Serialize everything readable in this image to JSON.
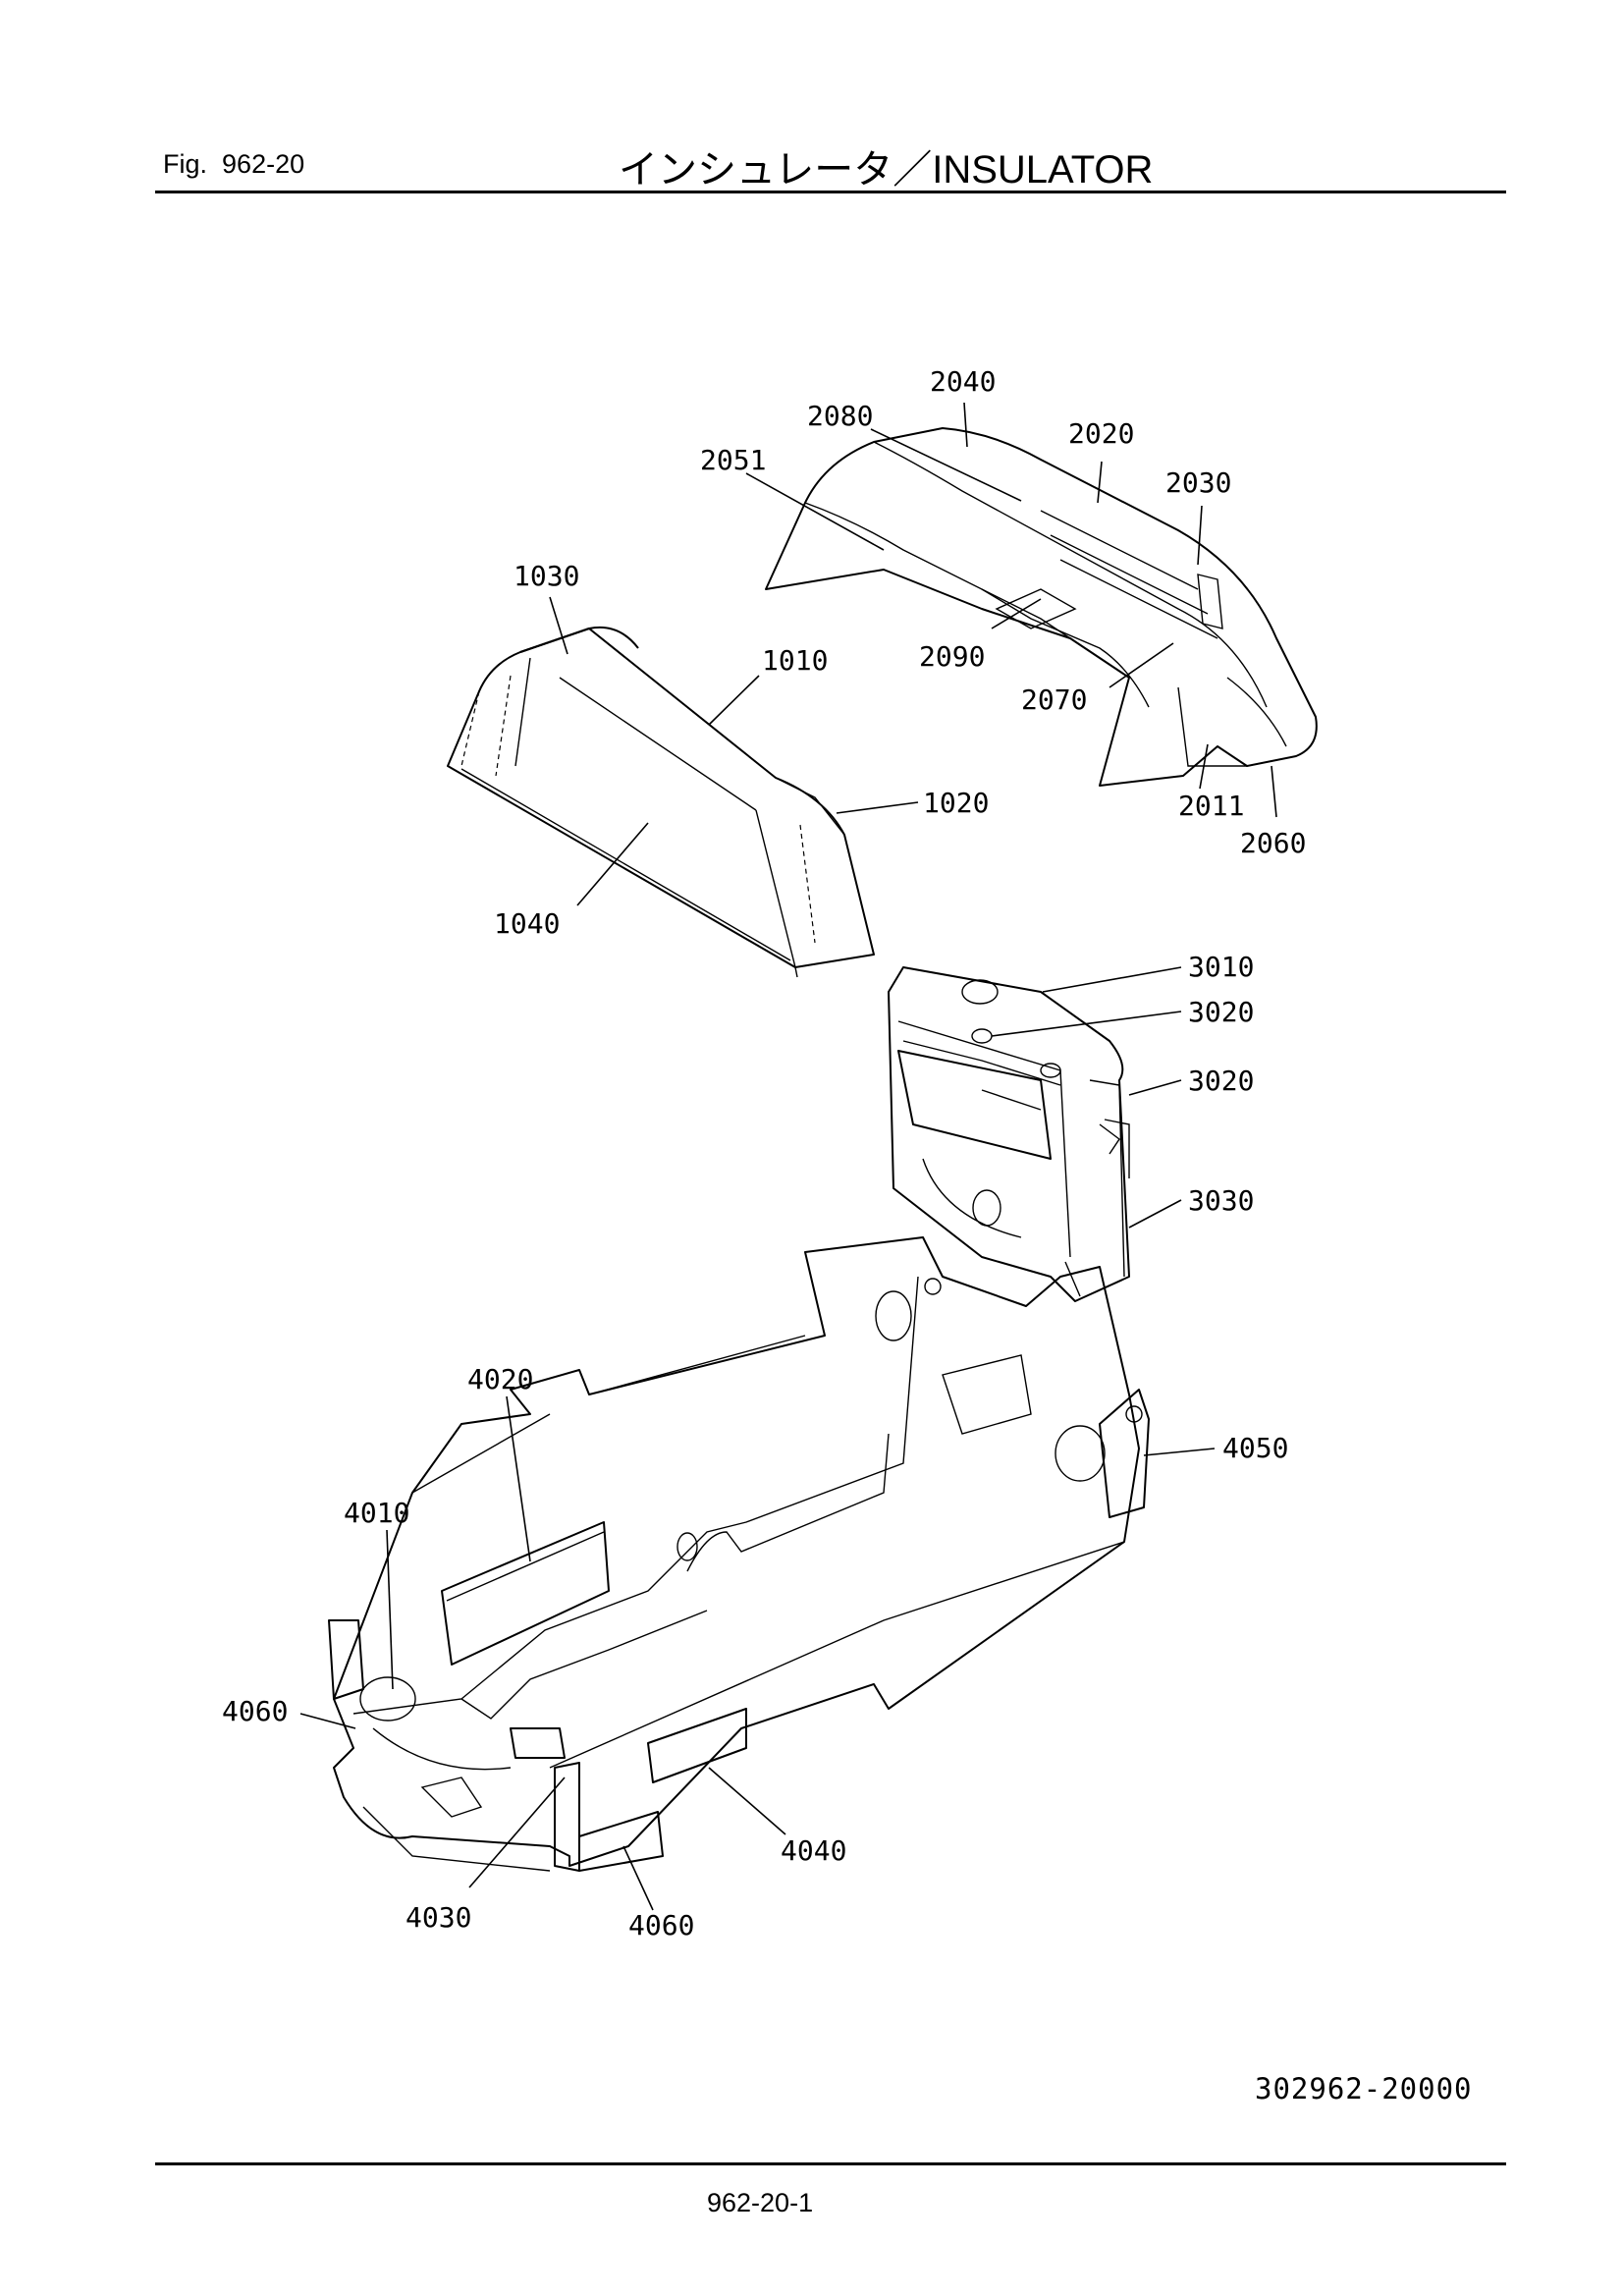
{
  "header": {
    "fig_label": "Fig.",
    "fig_number": "962-20",
    "title": "インシュレータ／INSULATOR"
  },
  "footer": {
    "page_number": "962-20-1"
  },
  "document_number": "302962-20000",
  "part_labels": {
    "p1010": "1010",
    "p1020": "1020",
    "p1030": "1030",
    "p1040": "1040",
    "p2011": "2011",
    "p2020": "2020",
    "p2030": "2030",
    "p2040": "2040",
    "p2051": "2051",
    "p2060": "2060",
    "p2070": "2070",
    "p2080": "2080",
    "p2090": "2090",
    "p3010": "3010",
    "p3020a": "3020",
    "p3020b": "3020",
    "p3030": "3030",
    "p4010": "4010",
    "p4020": "4020",
    "p4030": "4030",
    "p4040": "4040",
    "p4050": "4050",
    "p4060a": "4060",
    "p4060b": "4060"
  }
}
